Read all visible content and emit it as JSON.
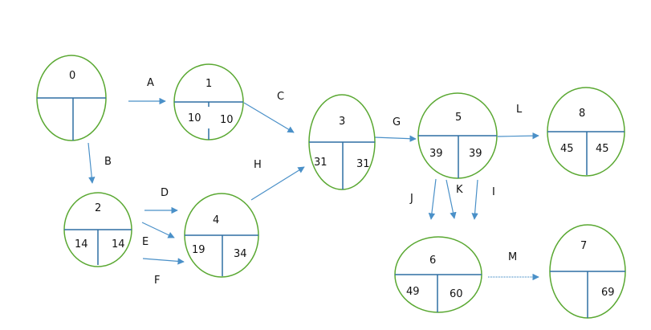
{
  "colors": {
    "node_outline": "#5aa832",
    "node_divider": "#2e6fa3",
    "arrow": "#4a90c8",
    "text": "#111111"
  },
  "nodes": [
    {
      "id": "0",
      "early": "",
      "late": ""
    },
    {
      "id": "1",
      "early": "10",
      "late": "10"
    },
    {
      "id": "2",
      "early": "14",
      "late": "14"
    },
    {
      "id": "3",
      "early": "31",
      "late": "31"
    },
    {
      "id": "4",
      "early": "19",
      "late": "34"
    },
    {
      "id": "5",
      "early": "39",
      "late": "39"
    },
    {
      "id": "6",
      "early": "49",
      "late": "60"
    },
    {
      "id": "7",
      "early": "",
      "late": "69"
    },
    {
      "id": "8",
      "early": "45",
      "late": "45"
    }
  ],
  "activities": [
    {
      "label": "A",
      "from": "0",
      "to": "1"
    },
    {
      "label": "B",
      "from": "0",
      "to": "2"
    },
    {
      "label": "C",
      "from": "1",
      "to": "3"
    },
    {
      "label": "D",
      "from": "2",
      "to": "4"
    },
    {
      "label": "E",
      "from": "2",
      "to": "4"
    },
    {
      "label": "F",
      "from": "2",
      "to": "4"
    },
    {
      "label": "G",
      "from": "3",
      "to": "5"
    },
    {
      "label": "H",
      "from": "4",
      "to": "3"
    },
    {
      "label": "I",
      "from": "5",
      "to": "6"
    },
    {
      "label": "J",
      "from": "5",
      "to": "6"
    },
    {
      "label": "K",
      "from": "5",
      "to": "6"
    },
    {
      "label": "L",
      "from": "5",
      "to": "8"
    },
    {
      "label": "M",
      "from": "6",
      "to": "7"
    }
  ]
}
